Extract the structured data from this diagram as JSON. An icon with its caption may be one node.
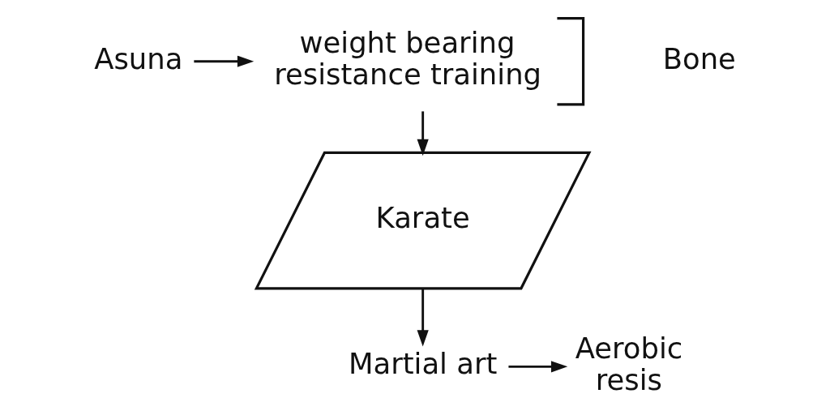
{
  "diagram": {
    "nodes": [
      {
        "text": [
          "Asuna"
        ]
      },
      {
        "text": [
          "weight bearing resistance training"
        ]
      },
      {
        "text": [
          "Karate"
        ]
      },
      {
        "text": [
          "Martial art"
        ]
      },
      {
        "text": [
          "Aerobic resis"
        ]
      }
    ],
    "edges": [
      {
        "from": 0,
        "to": 1,
        "arrow": "to"
      },
      {
        "from": 1,
        "to": 2,
        "arrow": "to"
      },
      {
        "from": 2,
        "to": 3,
        "arrow": "to"
      },
      {
        "from": 3,
        "to": 4,
        "arrow": "to"
      }
    ],
    "labels": [
      "Bone"
    ]
  }
}
